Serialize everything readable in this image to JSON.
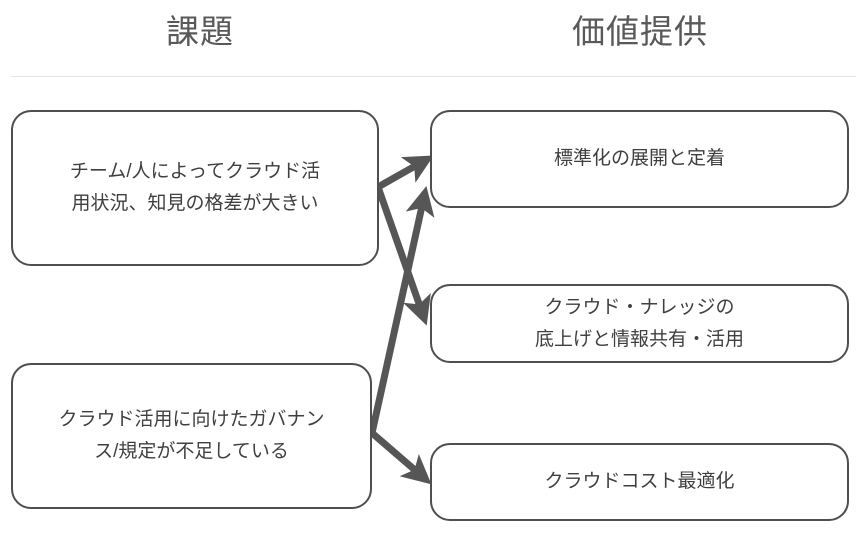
{
  "columns": {
    "left_heading": "課題",
    "right_heading": "価値提供"
  },
  "issues": [
    {
      "id": "issue-1",
      "line1": "チーム/人によってクラウド活",
      "line2": "用状況、知見の格差が大きい"
    },
    {
      "id": "issue-2",
      "line1": "クラウド活用に向けたガバナン",
      "line2": "ス/規定が不足している"
    }
  ],
  "values": [
    {
      "id": "value-1",
      "line1": "標準化の展開と定着",
      "line2": ""
    },
    {
      "id": "value-2",
      "line1": "クラウド・ナレッジの",
      "line2": "底上げと情報共有・活用"
    },
    {
      "id": "value-3",
      "line1": "クラウドコスト最適化",
      "line2": ""
    }
  ],
  "connections": [
    {
      "from": "issue-1",
      "to": "value-1"
    },
    {
      "from": "issue-1",
      "to": "value-2"
    },
    {
      "from": "issue-2",
      "to": "value-1"
    },
    {
      "from": "issue-2",
      "to": "value-3"
    }
  ],
  "colors": {
    "box_border": "#4f4f4f",
    "arrow": "#565656",
    "heading_text": "#595959",
    "body_text": "#3f3f3f",
    "divider": "#e3e3e3",
    "background": "#ffffff"
  }
}
